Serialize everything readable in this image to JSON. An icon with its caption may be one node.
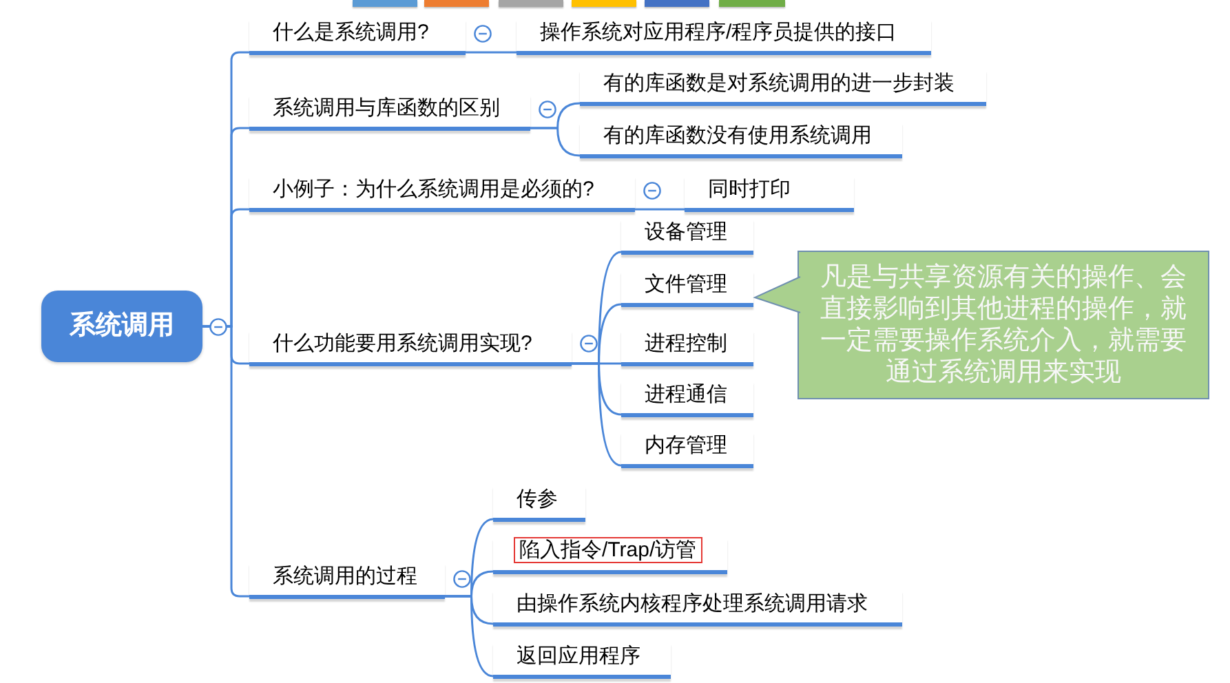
{
  "diagram": {
    "nodes": [
      {
        "text": [
          "系统调用"
        ]
      },
      {
        "text": [
          "什么是系统调用?"
        ]
      },
      {
        "text": [
          "操作系统对应用程序/程序员提供的接口"
        ]
      },
      {
        "text": [
          "系统调用与库函数的区别"
        ]
      },
      {
        "text": [
          "有的库函数是对系统调用的进一步封装"
        ]
      },
      {
        "text": [
          "有的库函数没有使用系统调用"
        ]
      },
      {
        "text": [
          "小例子：为什么系统调用是必须的?"
        ]
      },
      {
        "text": [
          "同时打印"
        ]
      },
      {
        "text": [
          "什么功能要用系统调用实现?"
        ]
      },
      {
        "text": [
          "设备管理"
        ]
      },
      {
        "text": [
          "文件管理"
        ]
      },
      {
        "text": [
          "进程控制"
        ]
      },
      {
        "text": [
          "进程通信"
        ]
      },
      {
        "text": [
          "内存管理"
        ]
      },
      {
        "text": [
          "凡是与共享资源有关的操作、会直接影响到其他进程的操作，就一定需要操作系统介入，就需要通过系统调用来实现"
        ]
      },
      {
        "text": [
          "系统调用的过程"
        ]
      },
      {
        "text": [
          "传参"
        ]
      },
      {
        "text": [
          "陷入指令/Trap/访管"
        ]
      },
      {
        "text": [
          "由操作系统内核程序处理系统调用请求"
        ]
      },
      {
        "text": [
          "返回应用程序"
        ]
      }
    ],
    "edges": [
      {
        "from": 0,
        "to": 1,
        "arrow": "none"
      },
      {
        "from": 1,
        "to": 2,
        "arrow": "none"
      },
      {
        "from": 0,
        "to": 3,
        "arrow": "none"
      },
      {
        "from": 3,
        "to": 4,
        "arrow": "none"
      },
      {
        "from": 3,
        "to": 5,
        "arrow": "none"
      },
      {
        "from": 0,
        "to": 6,
        "arrow": "none"
      },
      {
        "from": 6,
        "to": 7,
        "arrow": "none"
      },
      {
        "from": 0,
        "to": 8,
        "arrow": "none"
      },
      {
        "from": 8,
        "to": 9,
        "arrow": "none"
      },
      {
        "from": 8,
        "to": 10,
        "arrow": "none"
      },
      {
        "from": 8,
        "to": 11,
        "arrow": "none"
      },
      {
        "from": 8,
        "to": 12,
        "arrow": "none"
      },
      {
        "from": 8,
        "to": 13,
        "arrow": "none"
      },
      {
        "from": 14,
        "to": 10,
        "arrow": "to"
      },
      {
        "from": 0,
        "to": 15,
        "arrow": "none"
      },
      {
        "from": 15,
        "to": 16,
        "arrow": "none"
      },
      {
        "from": 15,
        "to": 17,
        "arrow": "none"
      },
      {
        "from": 15,
        "to": 18,
        "arrow": "none"
      },
      {
        "from": 15,
        "to": 19,
        "arrow": "none"
      }
    ]
  }
}
